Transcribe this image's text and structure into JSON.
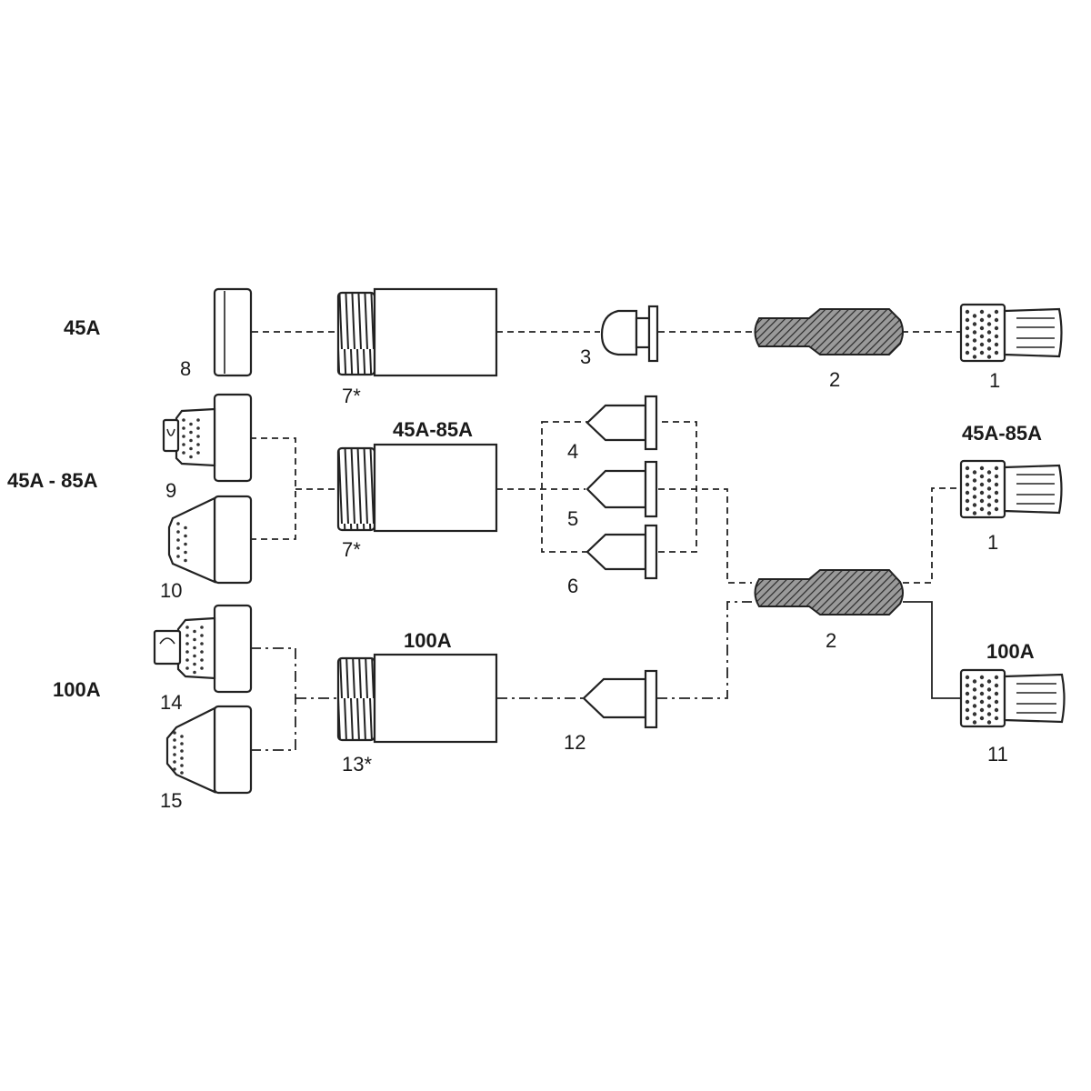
{
  "rows": {
    "r45": "45A",
    "r45_85": "45A - 85A",
    "r100": "100A"
  },
  "headers": {
    "body_45_85": "45A-85A",
    "body_100": "100A",
    "electrode_45_85": "45A-85A",
    "electrode_100": "100A"
  },
  "parts": {
    "p8": "8",
    "p7a": "7*",
    "p3": "3",
    "p2a": "2",
    "p1a": "1",
    "p9": "9",
    "p10": "10",
    "p7b": "7*",
    "p4": "4",
    "p5": "5",
    "p6": "6",
    "p2b": "2",
    "p1b": "1",
    "p14": "14",
    "p15": "15",
    "p13": "13*",
    "p12": "12",
    "p11": "11"
  }
}
